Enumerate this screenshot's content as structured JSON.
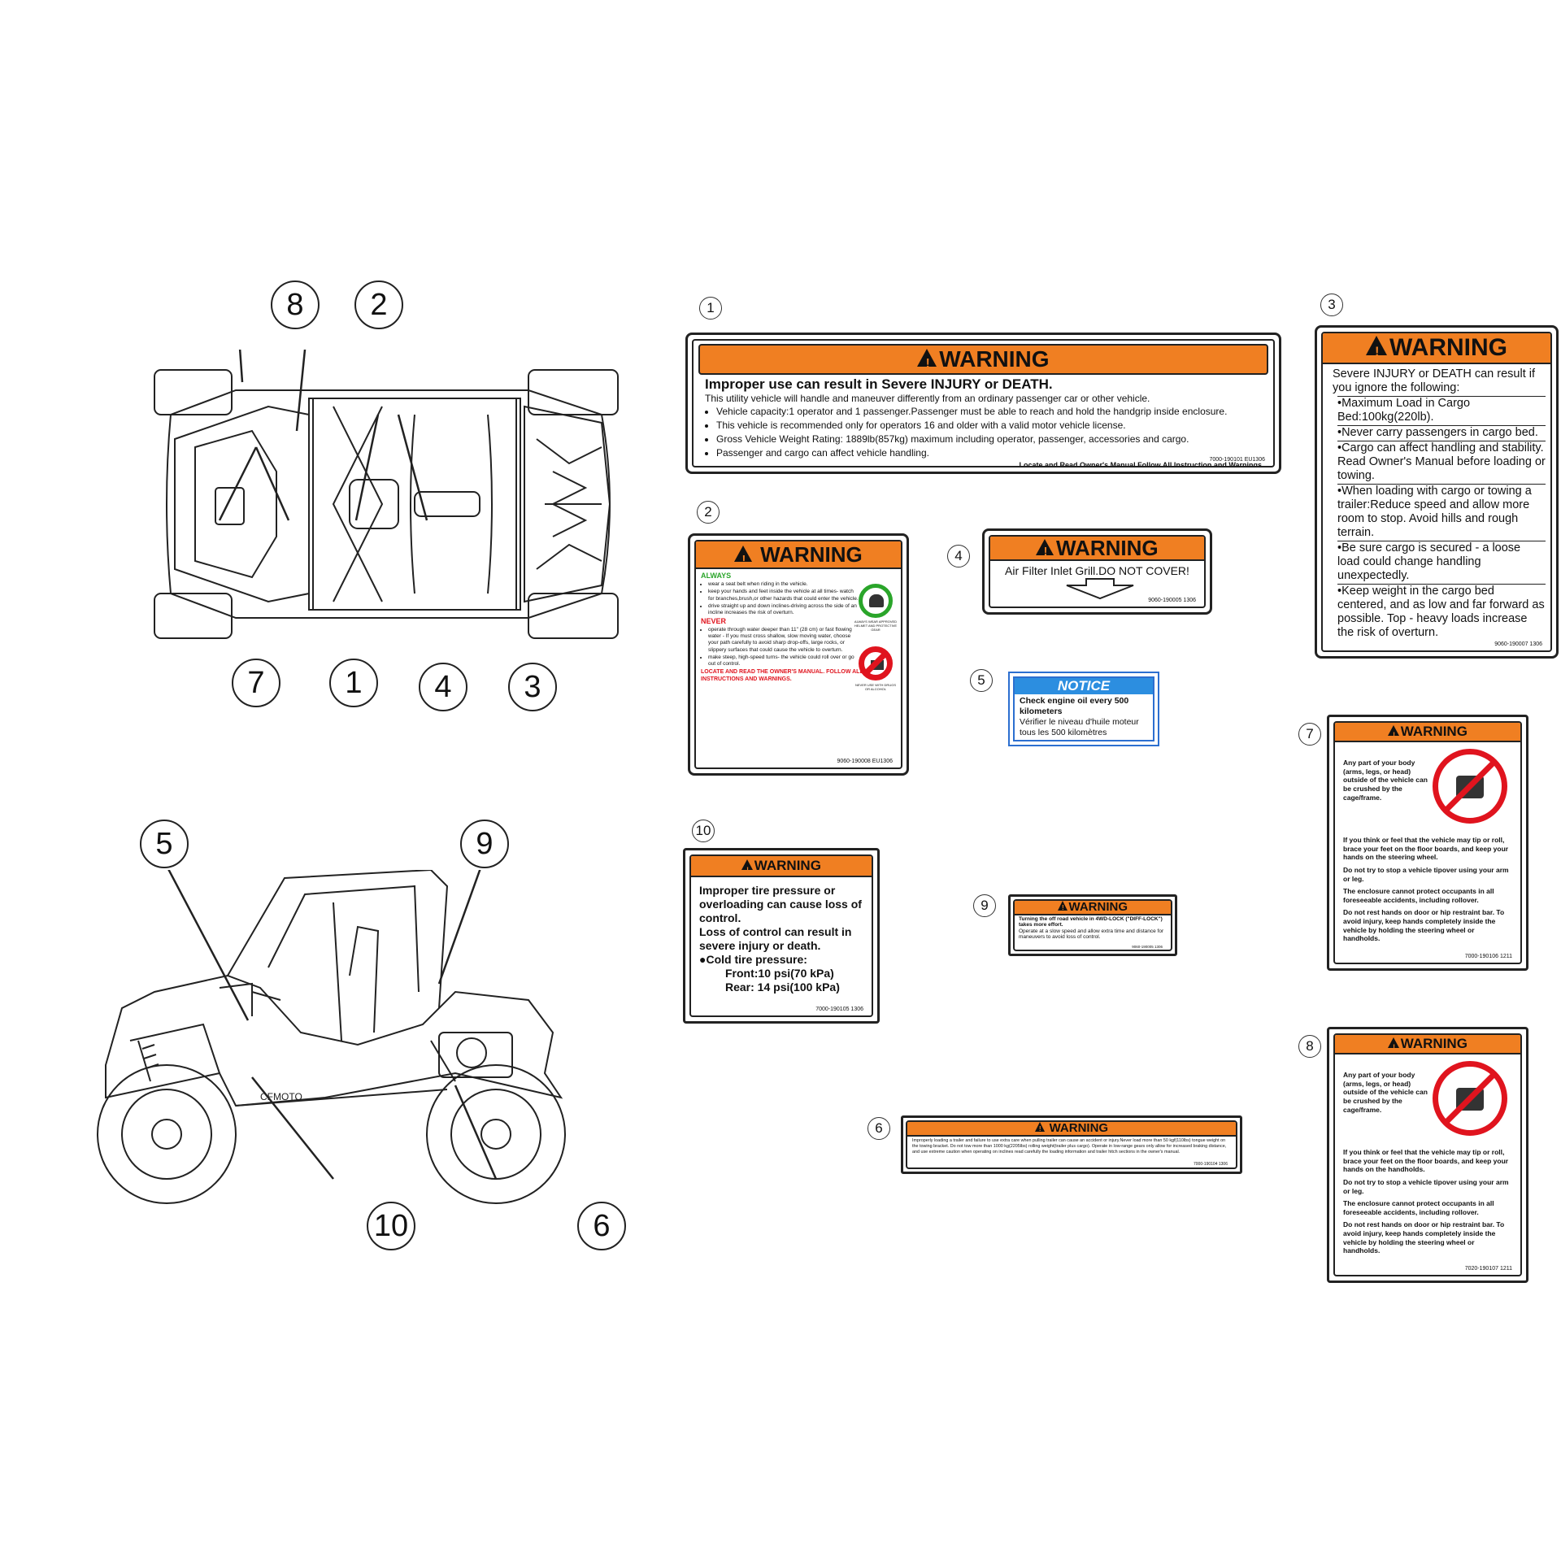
{
  "callouts_top": [
    "8",
    "2",
    "7",
    "1",
    "4",
    "3"
  ],
  "callouts_side": [
    "5",
    "9",
    "10",
    "6"
  ],
  "sticker_numbers": [
    "1",
    "2",
    "3",
    "4",
    "5",
    "6",
    "7",
    "8",
    "9",
    "10"
  ],
  "label1": {
    "header": "WARNING",
    "headline": "Improper use can result in Severe INJURY or DEATH.",
    "intro": "This utility vehicle will handle and maneuver differently from an ordinary passenger car or other vehicle.",
    "bullets": [
      "Vehicle capacity:1 operator and 1 passenger.Passenger must be able to reach and hold the handgrip inside enclosure.",
      "This vehicle is recommended only for operators 16 and older with a valid motor vehicle license.",
      "Gross Vehicle Weight Rating: 1889lb(857kg) maximum including operator, passenger, accessories and cargo.",
      "Passenger and cargo can affect vehicle handling."
    ],
    "footer": "Locate and Read Owner's Manual Follow All Instruction and Warnings",
    "code": "7000-190101  EU1306"
  },
  "label2": {
    "header": "WARNING",
    "always_title": "ALWAYS",
    "always_items": [
      "wear a seat belt when riding in the vehicle.",
      "keep your hands and feet inside the vehicle at all times- watch for branches,brush,or other hazards that could enter the vehicle.",
      "drive straight up and down inclines-driving across the side of an incline increases the risk of overturn."
    ],
    "never_title": "NEVER",
    "never_items": [
      "operate through water deeper than 11\" (28 cm) or fast flowing water - If you must cross shallow, slow moving water, choose your path carefully to avoid sharp drop-offs, large rocks, or slippery surfaces that could cause the vehicle to overturn.",
      "make steep, high-speed turns- the vehicle could roll over or go out of control."
    ],
    "icon1_caption": "ALWAYS WEAR APPROVED HELMET AND PROTECTIVE GEAR",
    "icon2_caption": "NEVER USE WITH DRUGS OR ALCOHOL",
    "footer": "LOCATE AND READ THE OWNER'S MANUAL. FOLLOW ALL INSTRUCTIONS AND WARNINGS.",
    "code": "9060-190008  EU1306"
  },
  "label3": {
    "header": "WARNING",
    "intro": "Severe INJURY or DEATH can result if you ignore the following:",
    "bullets": [
      "Maximum Load in Cargo Bed:100kg(220lb).",
      "Never carry passengers in cargo bed.",
      "Cargo can affect handling and stability. Read Owner's Manual before loading or towing.",
      "When loading with cargo or towing a trailer:Reduce speed and allow more room to stop. Avoid hills and rough terrain.",
      "Be sure cargo is secured - a loose load could change handling unexpectedly.",
      "Keep weight in the cargo bed centered, and as low and far forward as possible. Top - heavy loads increase the risk of overturn."
    ],
    "code": "9060-190007  1306"
  },
  "label4": {
    "header": "WARNING",
    "text": "Air Filter Inlet Grill.DO NOT COVER!",
    "code": "9060-190005  1306"
  },
  "label5": {
    "header": "NOTICE",
    "line_en": "Check engine oil every 500 kilometers",
    "line_fr": "Vérifier le niveau d'huile moteur tous les 500 kilomètres"
  },
  "label6": {
    "header": "WARNING",
    "text": "Improperly loading a trailer and failure to use extra care when pulling trailer can cause an accident or injury.Never load more than 50 kgf(110lbs) tongue weight on the towing bracket. Do not tow more than 1000 kg(2205lbs) rolling weight(trailer plus cargo). Operate in low-range gears only allow for increased braking distance, and use extreme caution when operating on inclines read carefully the loading information and trailer hitch sections in the owner's manual.",
    "code": "7000-190104  1306"
  },
  "label7": {
    "header": "WARNING",
    "icon_text": "Any part of your body (arms, legs, or head) outside of the vehicle can be crushed by the cage/frame.",
    "paras": [
      "If you think or feel that the vehicle may tip or roll, brace your feet on the floor boards, and keep your hands on the steering wheel.",
      "Do not try to stop a vehicle tipover using your arm or leg.",
      "The enclosure cannot protect occupants in all foreseeable accidents, including rollover.",
      "Do not rest hands on door or hip restraint bar. To avoid injury, keep hands completely inside the vehicle by holding the steering wheel or handholds."
    ],
    "code": "7000-190106  1211"
  },
  "label8": {
    "header": "WARNING",
    "icon_text": "Any part of your body (arms, legs, or head) outside of the vehicle can be crushed by the cage/frame.",
    "paras": [
      "If you think or feel that the vehicle may tip or roll, brace your feet on the floor boards, and keep your hands on the handholds.",
      "Do not try to stop a vehicle tipover using your arm or leg.",
      "The enclosure cannot protect occupants in all foreseeable accidents, including rollover.",
      "Do not rest hands on door or hip restraint bar. To avoid injury, keep hands completely inside the vehicle by holding the steering wheel or handholds."
    ],
    "code": "7020-190107  1211"
  },
  "label9": {
    "header": "WARNING",
    "text1": "Turning the off road vehicle in 4WD-LOCK (\"DIFF-LOCK\") takes more effort.",
    "text2": "Operate at a slow speed and allow extra time and distance for maneuvers to avoid loss of control.",
    "code": "9060-190005  1306"
  },
  "label10": {
    "header": "WARNING",
    "lines": [
      "Improper tire pressure or overloading can cause loss of control.",
      "Loss of control can result in severe injury or death.",
      "●Cold tire pressure:"
    ],
    "front": "Front:10 psi(70 kPa)",
    "rear": "Rear: 14 psi(100 kPa)",
    "code": "7000-190105  1306"
  },
  "vehicle_side_text": "CFMOTO"
}
